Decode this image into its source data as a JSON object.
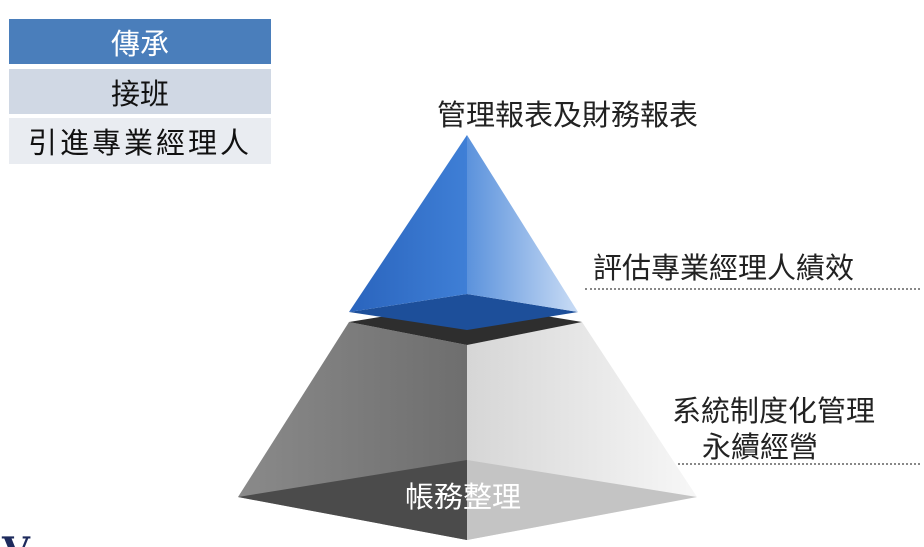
{
  "table": {
    "rows": [
      "傳承",
      "接班",
      "引進專業經理人"
    ]
  },
  "pyramid": {
    "top_label": "管理報表及財務報表",
    "middle_label": "評估專業經理人績效",
    "side_label_line1": "系統制度化管理",
    "side_label_line2": "永續經營",
    "base_label": "帳務整理"
  },
  "corner_letter": "V",
  "colors": {
    "header_blue": "#4a7ebb",
    "pyramid_blue": "#2f6cc4",
    "pyramid_gray": "#808080"
  }
}
